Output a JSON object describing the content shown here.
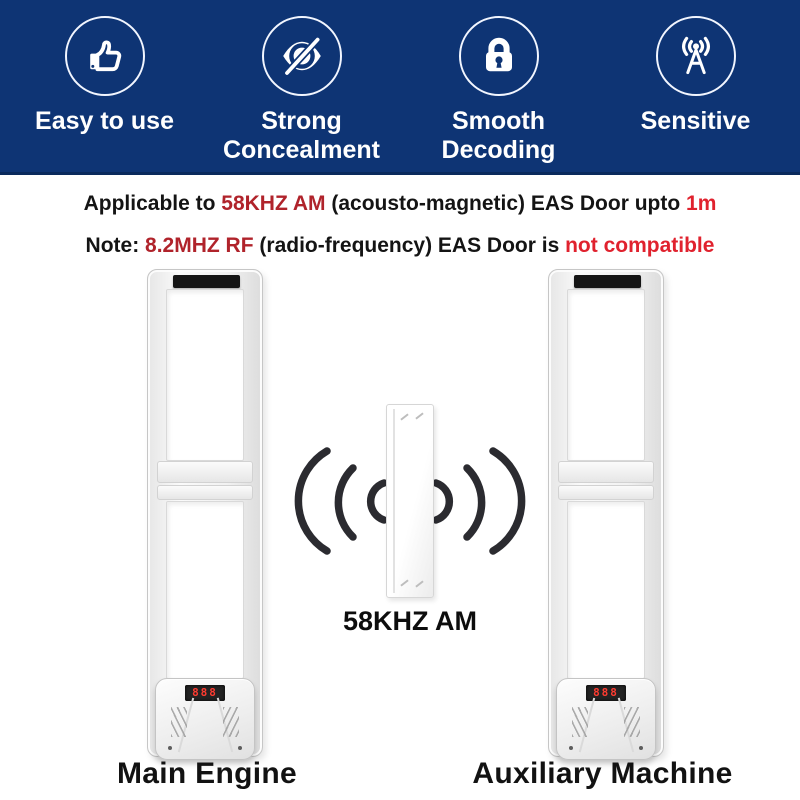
{
  "colors": {
    "banner_bg": "#0e3474",
    "highlight_red_dark": "#b0232b",
    "highlight_red_bright": "#e0222e",
    "led_red": "#ff3b30",
    "wave_dark": "#2b2b30"
  },
  "banner": {
    "features": [
      {
        "icon": "thumbs-up-icon",
        "label": "Easy to use"
      },
      {
        "icon": "eye-slash-icon",
        "label": "Strong Concealment"
      },
      {
        "icon": "lock-icon",
        "label": "Smooth Decoding"
      },
      {
        "icon": "antenna-icon",
        "label": "Sensitive"
      }
    ]
  },
  "notes": {
    "line1": {
      "prefix": "Applicable to ",
      "highlight1": "58KHZ AM",
      "middle": " (acousto-magnetic) EAS Door upto ",
      "highlight2": "1m"
    },
    "line2": {
      "prefix": "Note: ",
      "highlight1": "8.2MHZ RF",
      "middle": " (radio-frequency) EAS Door is ",
      "highlight2": "not compatible"
    }
  },
  "diagram": {
    "tag_label": "58KHZ AM",
    "left_door": {
      "label": "Main Engine",
      "led": "888"
    },
    "right_door": {
      "label": "Auxiliary Machine",
      "led": "888"
    }
  }
}
